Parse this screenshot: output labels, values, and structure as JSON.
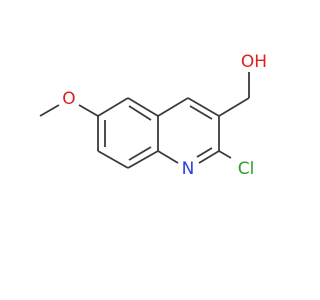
{
  "molecule": {
    "atoms": {
      "oxygen_hydroxyl": "OH",
      "oxygen_methoxy": "O",
      "nitrogen": "N",
      "chlorine": "Cl"
    },
    "colors": {
      "bond": "#3a3a3a",
      "oxygen": "#e02020",
      "nitrogen": "#2b3de0",
      "chlorine": "#2ca02c"
    }
  }
}
